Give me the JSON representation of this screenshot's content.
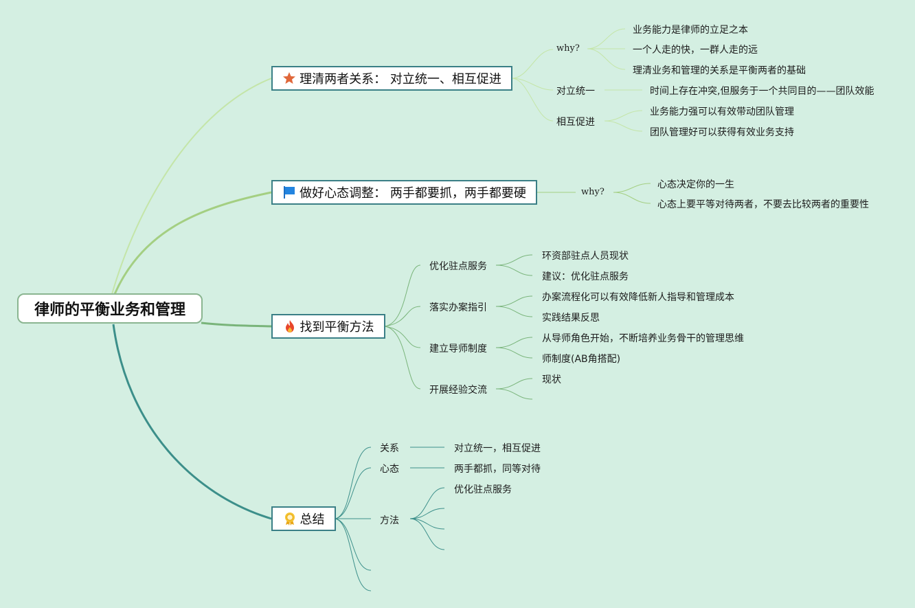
{
  "root": {
    "title": "律师的平衡业务和管理"
  },
  "topics": [
    {
      "label": "理清两者关系：  对立统一、相互促进",
      "icon": "star-icon"
    },
    {
      "label": "做好心态调整：  两手都要抓，两手都要硬",
      "icon": "flag-icon"
    },
    {
      "label": "找到平衡方法",
      "icon": "fire-icon"
    },
    {
      "label": "总结",
      "icon": "award-ribbon-icon"
    }
  ],
  "t1": {
    "why": "why?",
    "why_items": [
      "业务能力是律师的立足之本",
      "一个人走的快，一群人走的远",
      "理清业务和管理的关系是平衡两者的基础"
    ],
    "opposite": "对立统一",
    "opposite_item": "时间上存在冲突,但服务于一个共同目的——团队效能",
    "mutual": "相互促进",
    "mutual_items": [
      "业务能力强可以有效带动团队管理",
      "团队管理好可以获得有效业务支持"
    ]
  },
  "t2": {
    "why": "why?",
    "why_items": [
      "心态决定你的一生",
      "心态上要平等对待两者，不要去比较两者的重要性"
    ]
  },
  "t3": {
    "subs": [
      {
        "label": "优化驻点服务",
        "items": [
          "环资部驻点人员现状",
          "建议：优化驻点服务"
        ]
      },
      {
        "label": "落实办案指引",
        "items": [
          "办案流程化可以有效降低新人指导和管理成本",
          "实践结果反思"
        ]
      },
      {
        "label": "建立导师制度",
        "items": [
          "从导师角色开始，不断培养业务骨干的管理思维",
          "师制度(AB角搭配)"
        ]
      },
      {
        "label": "开展经验交流",
        "items": [
          "现状"
        ]
      }
    ]
  },
  "t4": {
    "relation": "关系",
    "relation_item": "对立统一，相互促进",
    "mindset": "心态",
    "mindset_item": "两手都抓，同等对待",
    "method": "方法",
    "method_item": "优化驻点服务"
  },
  "colors": {
    "background": "#d4efe2",
    "branch1": "#c4e5a8",
    "branch2": "#a4cf82",
    "branch3": "#79b47a",
    "branch4": "#3c8f8a",
    "topic_border": "#3a7f86",
    "root_border": "#8ab590"
  }
}
